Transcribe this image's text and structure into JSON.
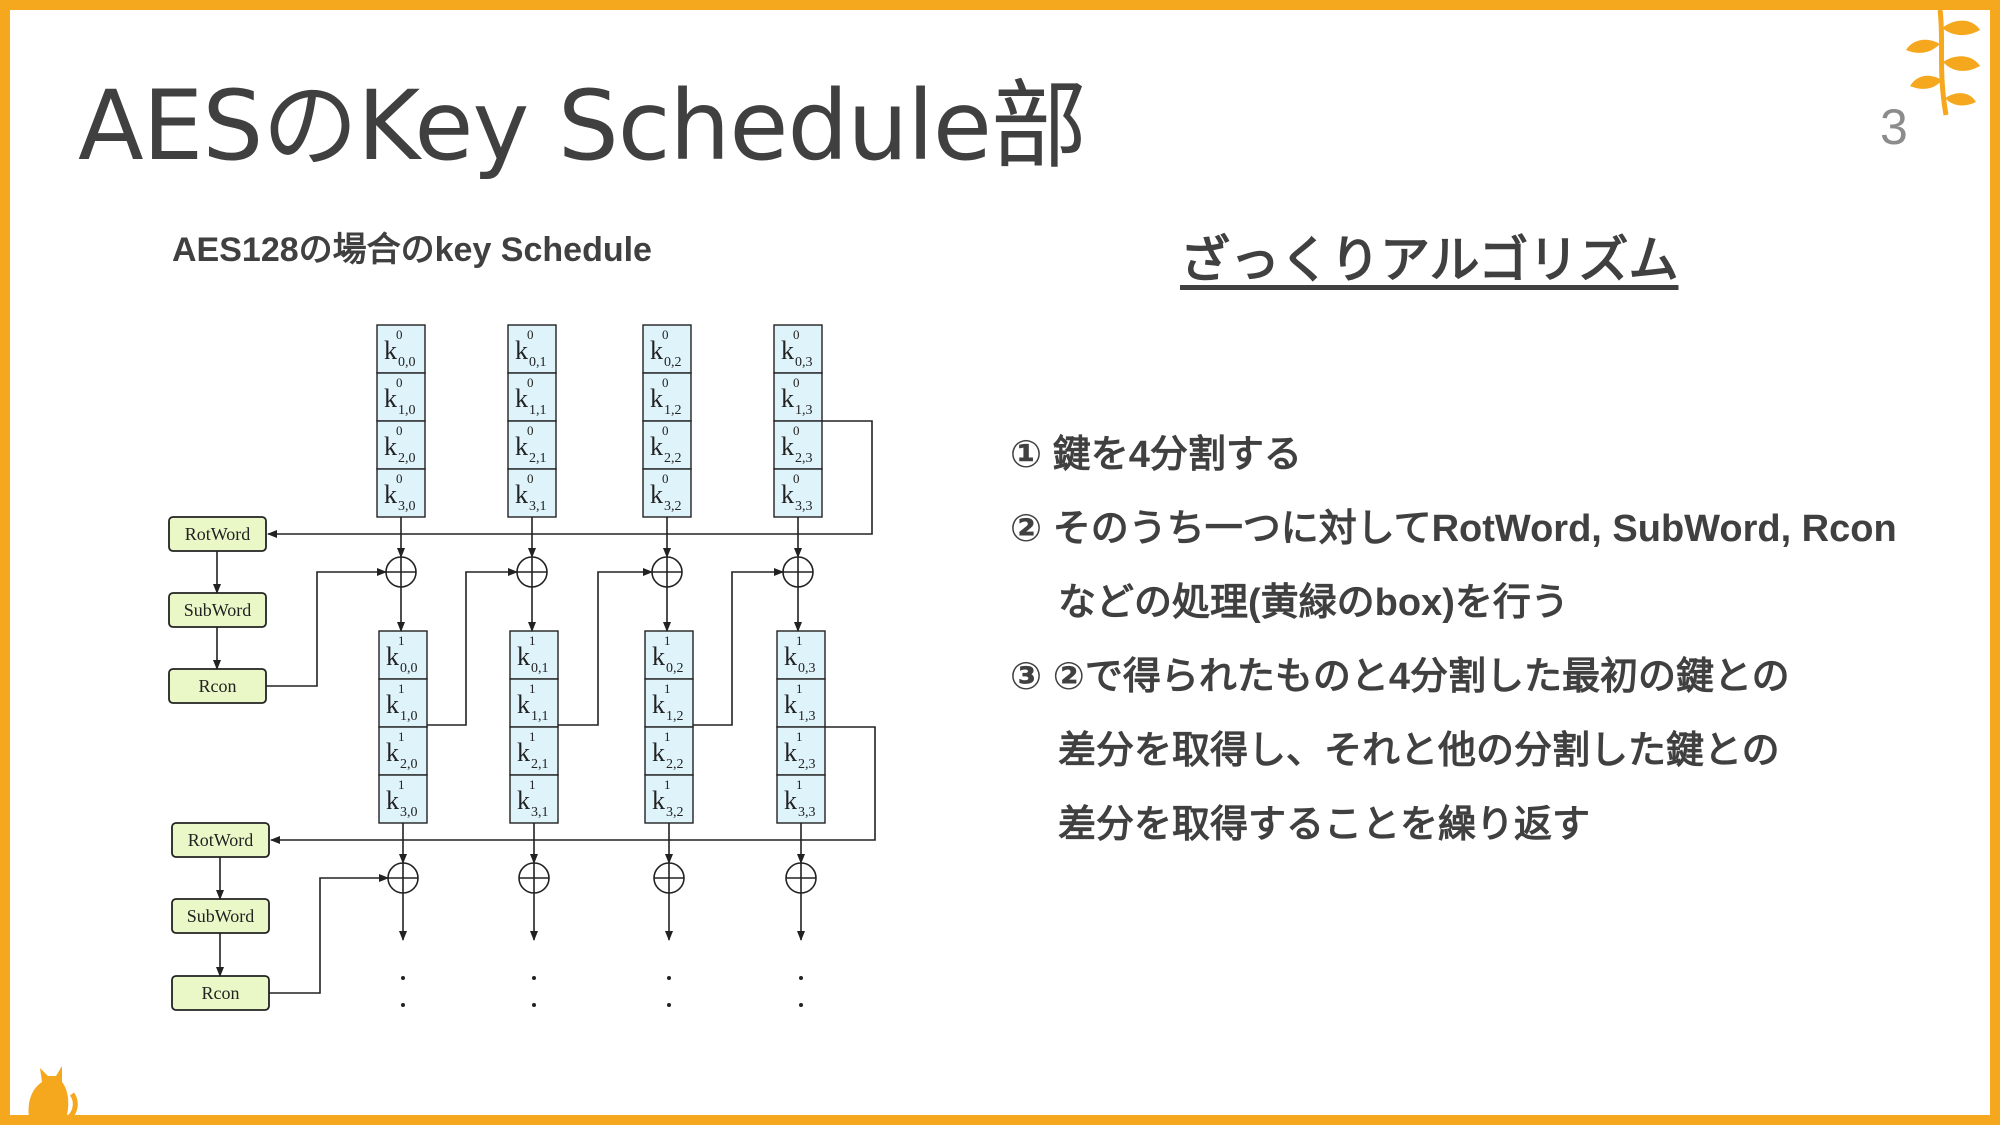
{
  "slide": {
    "title": "AESのKey Schedule部",
    "page_number": "3",
    "colors": {
      "frame": "#f5a71e",
      "text": "#404040",
      "key_cell": "#dff3fb",
      "func_box": "#eaf8c8"
    },
    "decorations": [
      "leaf-branch-icon",
      "cat-icon"
    ]
  },
  "diagram": {
    "caption": "AES128の場合のkey Schedule",
    "rounds": [
      {
        "cells": [
          [
            "k",
            "0",
            "0,0"
          ],
          [
            "k",
            "0",
            "1,0"
          ],
          [
            "k",
            "0",
            "2,0"
          ],
          [
            "k",
            "0",
            "3,0"
          ],
          [
            "k",
            "0",
            "0,1"
          ],
          [
            "k",
            "0",
            "1,1"
          ],
          [
            "k",
            "0",
            "2,1"
          ],
          [
            "k",
            "0",
            "3,1"
          ],
          [
            "k",
            "0",
            "0,2"
          ],
          [
            "k",
            "0",
            "1,2"
          ],
          [
            "k",
            "0",
            "2,2"
          ],
          [
            "k",
            "0",
            "3,2"
          ],
          [
            "k",
            "0",
            "0,3"
          ],
          [
            "k",
            "0",
            "1,3"
          ],
          [
            "k",
            "0",
            "2,3"
          ],
          [
            "k",
            "0",
            "3,3"
          ]
        ]
      },
      {
        "cells": [
          [
            "k",
            "1",
            "0,0"
          ],
          [
            "k",
            "1",
            "1,0"
          ],
          [
            "k",
            "1",
            "2,0"
          ],
          [
            "k",
            "1",
            "3,0"
          ],
          [
            "k",
            "1",
            "0,1"
          ],
          [
            "k",
            "1",
            "1,1"
          ],
          [
            "k",
            "1",
            "2,1"
          ],
          [
            "k",
            "1",
            "3,1"
          ],
          [
            "k",
            "1",
            "0,2"
          ],
          [
            "k",
            "1",
            "1,2"
          ],
          [
            "k",
            "1",
            "2,2"
          ],
          [
            "k",
            "1",
            "3,2"
          ],
          [
            "k",
            "1",
            "0,3"
          ],
          [
            "k",
            "1",
            "1,3"
          ],
          [
            "k",
            "1",
            "2,3"
          ],
          [
            "k",
            "1",
            "3,3"
          ]
        ]
      }
    ],
    "func_labels": [
      "RotWord",
      "SubWord",
      "Rcon",
      "RotWord",
      "SubWord",
      "Rcon"
    ]
  },
  "algorithm": {
    "heading": "ざっくりアルゴリズム",
    "lines": [
      {
        "text": "① 鍵を4分割する",
        "indent": false
      },
      {
        "text": "② そのうち一つに対してRotWord,  SubWord, Rcon",
        "indent": false
      },
      {
        "text": "などの処理(黄緑のbox)を行う",
        "indent": true
      },
      {
        "text": "③ ②で得られたものと4分割した最初の鍵との",
        "indent": false
      },
      {
        "text": "差分を取得し、それと他の分割した鍵との",
        "indent": true
      },
      {
        "text": "差分を取得することを繰り返す",
        "indent": true
      }
    ]
  }
}
